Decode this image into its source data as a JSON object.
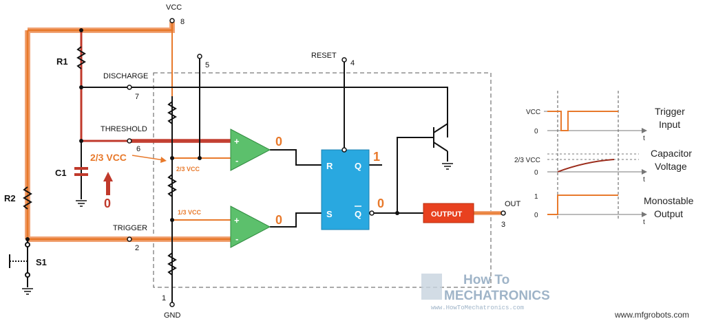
{
  "pins": {
    "vcc": "VCC",
    "vcc_num": "8",
    "reset": "RESET",
    "reset_num": "4",
    "pin5_num": "5",
    "discharge": "DISCHARGE",
    "discharge_num": "7",
    "threshold": "THRESHOLD",
    "threshold_num": "6",
    "trigger": "TRIGGER",
    "trigger_num": "2",
    "gnd": "GND",
    "gnd_num": "1",
    "out": "OUT",
    "out_num": "3"
  },
  "components": {
    "r1": "R1",
    "r2": "R2",
    "c1": "C1",
    "s1": "S1",
    "flipflop": {
      "r": "R",
      "q": "Q",
      "s": "S",
      "qbar": "Q"
    },
    "output_box": "OUTPUT",
    "divider_high": "2/3 VCC",
    "divider_low": "1/3 VCC",
    "comparator_plus": "+",
    "comparator_minus": "-"
  },
  "states": {
    "top_comparator_out": "0",
    "bottom_comparator_out": "0",
    "q": "1",
    "qbar": "0",
    "capacitor_level": "2/3 VCC",
    "capacitor_start": "0"
  },
  "timing": {
    "trigger": {
      "high": "VCC",
      "low": "0",
      "axis": "t",
      "label_line1": "Trigger",
      "label_line2": "Input"
    },
    "capacitor": {
      "level": "2/3 VCC",
      "low": "0",
      "axis": "t",
      "label_line1": "Capacitor",
      "label_line2": "Voltage"
    },
    "output": {
      "high": "1",
      "low": "0",
      "axis": "t",
      "label_line1": "Monostable",
      "label_line2": "Output"
    }
  },
  "watermark": {
    "how_to": "How To",
    "brand": "MECHATRONICS",
    "url": "www.HowToMechatronics.com"
  },
  "site_credit": "www.mfgrobots.com",
  "colors": {
    "wire": "#111111",
    "active_orange": "#e8792b",
    "active_red": "#c0392b",
    "flipflop_fill": "#29a8e0",
    "comparator_fill": "#5cc06c",
    "output_fill": "#e8411f"
  }
}
